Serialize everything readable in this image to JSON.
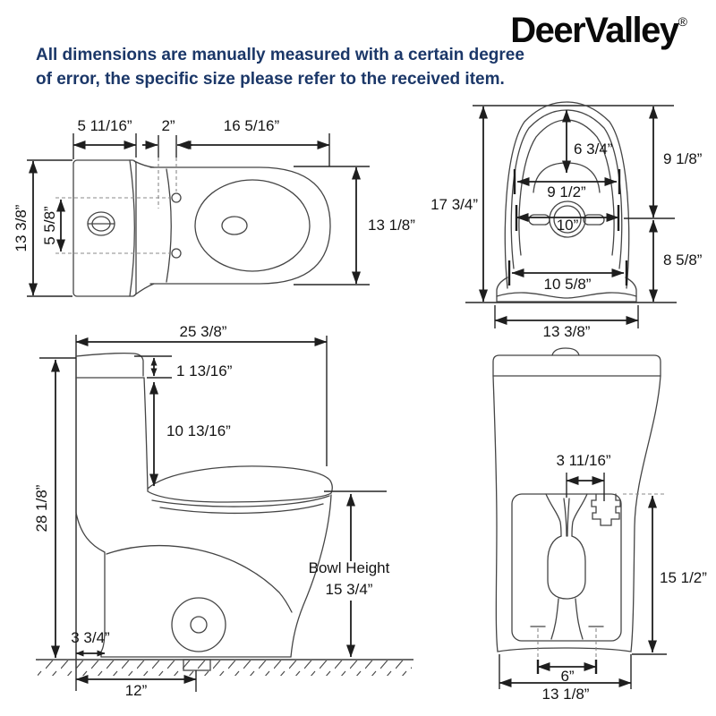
{
  "header": {
    "note_line1": "All dimensions are manually measured with a certain degree",
    "note_line2": "of error, the specific size please refer to the received item.",
    "note_color": "#1b3768",
    "logo_text": "DeerValley",
    "logo_mark": "®",
    "line_color": "#454545",
    "dim_text_color": "#141414"
  },
  "views": {
    "top": {
      "dims": {
        "tank_depth": "5 11/16”",
        "gap": "2”",
        "bowl_length": "16 5/16”",
        "total_width": "13 3/8”",
        "button_span": "5 5/8”",
        "bowl_width": "13 1/8”"
      }
    },
    "rear": {
      "dims": {
        "total_height": "17 3/4”",
        "dome_depth": "6 3/4”",
        "upper_height": "9 1/8”",
        "inner_width": "9 1/2”",
        "outlet": "10”",
        "lower_height": "8 5/8”",
        "base_inner_width": "10 5/8”",
        "base_width": "13 3/8”"
      }
    },
    "side": {
      "dims": {
        "total_depth": "25 3/8”",
        "lid_height": "1 13/16”",
        "tank_height": "10 13/16”",
        "total_height": "28 1/8”",
        "back_gap": "3 3/4”",
        "rough_in": "12”",
        "bowl_height_label": "Bowl Height",
        "bowl_height_value": "15 3/4”"
      }
    },
    "back": {
      "dims": {
        "valve_offset": "3 11/16”",
        "panel_height": "15 1/2”",
        "bolt_span": "6”",
        "base_width": "13 1/8”"
      }
    }
  }
}
